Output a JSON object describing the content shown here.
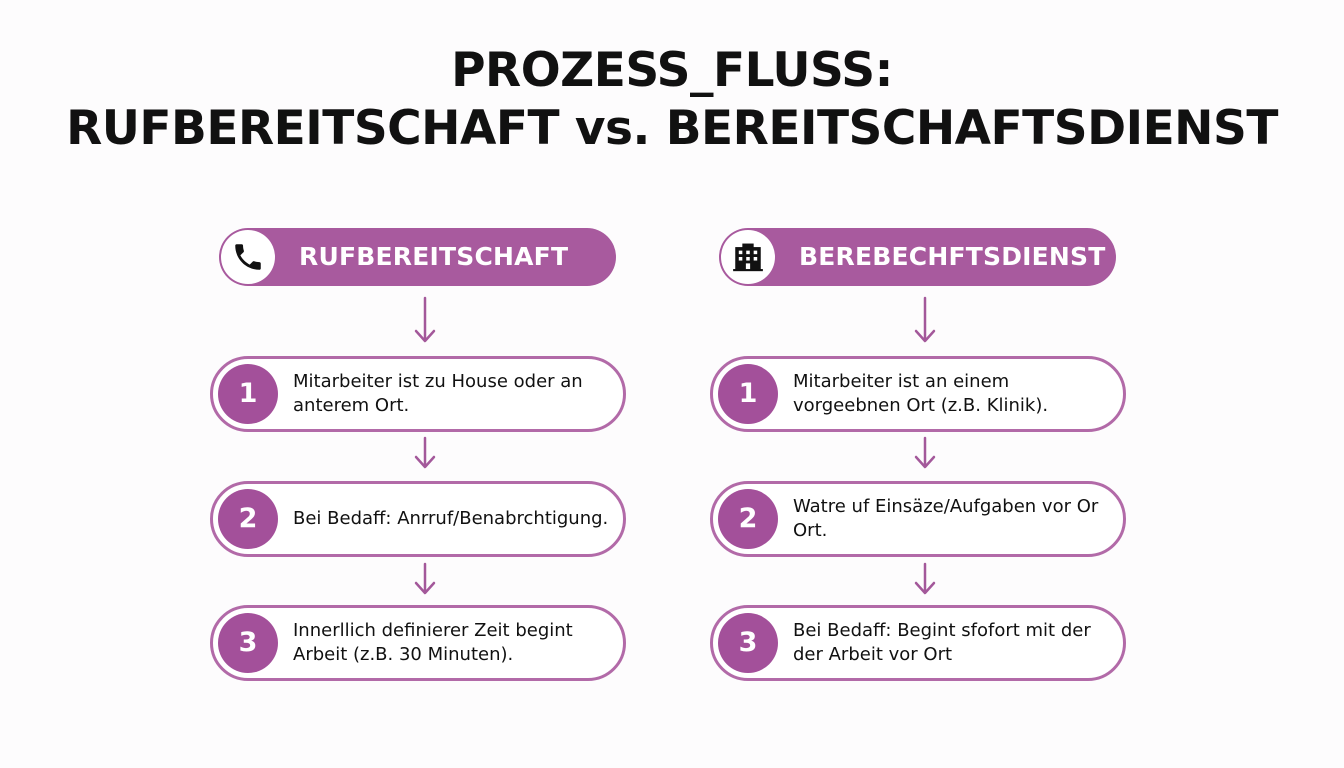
{
  "title": {
    "line1": "PROZESS_FLUSS:",
    "line2": "RUFBEREITSCHAFT vs. BEREITSCHAFTSDIENST"
  },
  "colors": {
    "accent": "#a85a9e",
    "step_border": "#b26aa8",
    "number_circle": "#a3509a",
    "arrow": "#a3589a"
  },
  "left": {
    "icon": "phone-icon",
    "label": "RUFBEREITSCHAFT",
    "steps": [
      {
        "num": "1",
        "text": "Mitarbeiter ist zu House oder an anterem Ort."
      },
      {
        "num": "2",
        "text": "Bei Bedaff: Anrruf/Benabrchtigung."
      },
      {
        "num": "3",
        "text": "Innerllich definierer Zeit begint Arbeit (z.B. 30 Minuten)."
      }
    ]
  },
  "right": {
    "icon": "building-icon",
    "label": "BEREBECHFTSDIENST",
    "steps": [
      {
        "num": "1",
        "text": "Mitarbeiter ist an einem vorgeebnen Ort (z.B. Klinik)."
      },
      {
        "num": "2",
        "text": "Watre uf Einsäze/Aufgaben vor Or Ort."
      },
      {
        "num": "3",
        "text": "Bei Bedaff: Begint sfofort mit der der Arbeit vor Ort"
      }
    ]
  }
}
